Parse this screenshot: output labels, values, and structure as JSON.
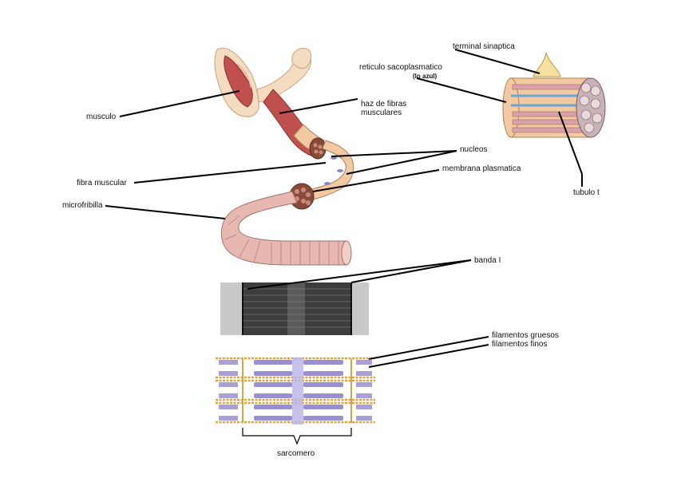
{
  "labels": {
    "musculo": "musculo",
    "haz_line1": "haz de fibras",
    "haz_line2": "musculares",
    "nucleos": "nucleos",
    "fibra_muscular": "fibra muscular",
    "membrana_plasmatica": "membrana plasmatica",
    "microfribilla": "microfribilla",
    "terminal_sinaptica": "terminal sinaptica",
    "reticulo_line1": "reticulo sacoplasmatico",
    "reticulo_line2": "(lo azul)",
    "tubulo_t": "tubulo t",
    "banda_i": "banda I",
    "filamentos_gruesos": "filamentos gruesos",
    "filamentos_finos": "filamentos finos",
    "sarcomero": "sarcomero"
  },
  "colors": {
    "muscle": "#c0504d",
    "skin": "#f3dcc0",
    "fiber": "#f2c9a0",
    "fibril": "#e6b8b0",
    "thick_filament": "#d9a441",
    "thin_filament": "#9a8fd1",
    "sr_blue": "#6aa7d8",
    "line": "#000000"
  }
}
